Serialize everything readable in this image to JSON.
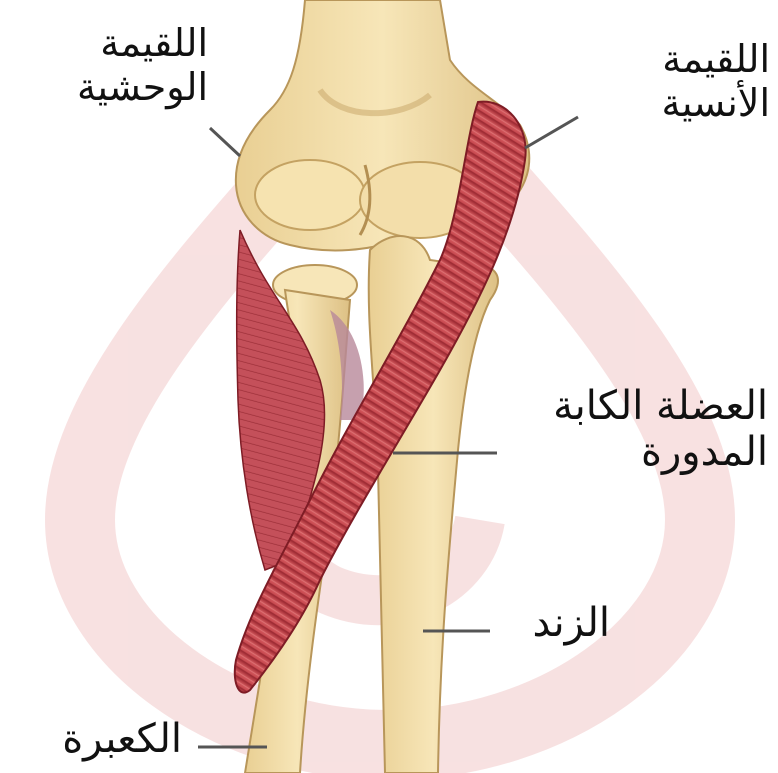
{
  "labels": {
    "lateral_epicondyle": {
      "line1": "اللقيمة",
      "line2": "الوحشية"
    },
    "medial_epicondyle": {
      "line1": "اللقيمة",
      "line2": "الأنسية"
    },
    "pronator_teres": {
      "line1": "العضلة الكابة",
      "line2": "المدورة"
    },
    "ulna": "الزند",
    "radius": "الكعبرة"
  },
  "colors": {
    "bone": "#f2dca6",
    "bone_shadow": "#c9a86a",
    "muscle": "#b8323c",
    "muscle_dark": "#7e1c25",
    "leader_line": "#555555",
    "watermark": "#f6d6d6"
  }
}
